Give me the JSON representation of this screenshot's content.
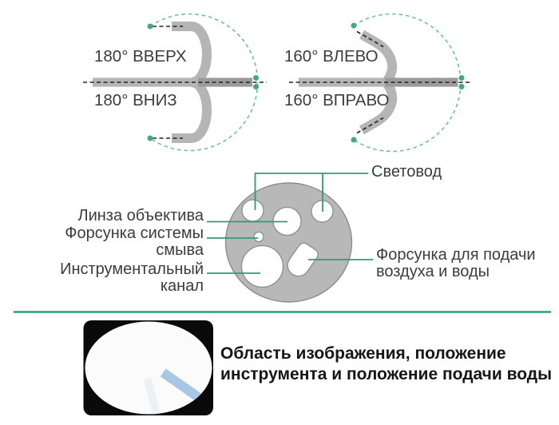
{
  "bend_diagrams": {
    "up_down": {
      "up": "180° ВВЕРХ",
      "down": "180° ВНИЗ"
    },
    "left_right": {
      "up": "160° ВЛЕВО",
      "down": "160° ВПРАВО"
    }
  },
  "tip_cross_section": {
    "light_guide": "Световод",
    "objective_lens": "Линза объектива",
    "wash_nozzle": "Форсунка системы\nсмыва",
    "instrument_channel": "Инструментальный\nканал",
    "air_water_nozzle": "Форсунка для подачи\nвоздуха и воды"
  },
  "view_area": {
    "caption": "Область изображения, положение\nинструмента и положение подачи воды"
  },
  "colors": {
    "accent_green": "#2e9c7a",
    "dot_green": "#45a87e",
    "dash_green": "#6fbf9b",
    "scope_gray": "#b5b5b5",
    "scope_gray_dark": "#9b9b9b",
    "disc_gray": "#b8b8b8",
    "instrument_blue": "#a9c7e5"
  }
}
